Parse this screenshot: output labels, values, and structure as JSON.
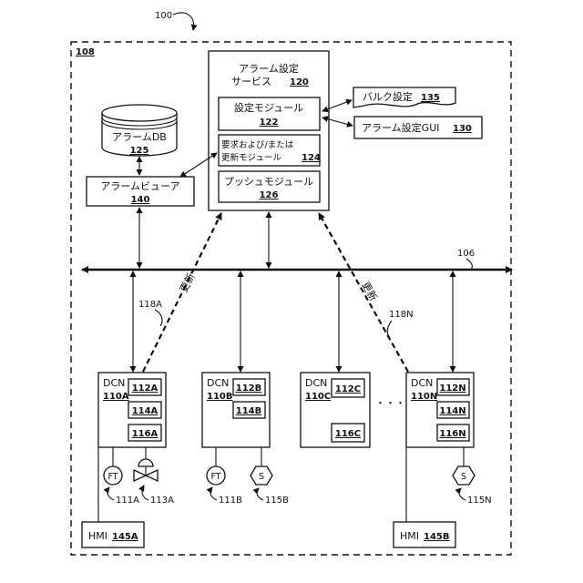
{
  "figure": {
    "number": "100",
    "site_label": "108",
    "network_label": "106"
  },
  "service": {
    "title_line1": "アラーム設定",
    "title_line2": "サービス",
    "ref": "120",
    "config_module_line1": "設定モジュール",
    "config_module_ref": "122",
    "request_module_line1": "要求および/または",
    "request_module_line2": "更新モジュール",
    "request_module_ref": "124",
    "push_module": "プッシュモジュール",
    "push_module_ref": "126"
  },
  "bulk_settings": {
    "label": "バルク設定",
    "ref": "135"
  },
  "alarm_gui": {
    "label": "アラーム設定GUI",
    "ref": "130"
  },
  "alarm_db": {
    "label": "アラームDB",
    "ref": "125"
  },
  "alarm_viewer": {
    "label": "アラームビューア",
    "ref": "140"
  },
  "update_label": "更新",
  "update_link_a": "118A",
  "update_link_n": "118N",
  "dcns": [
    {
      "name": "DCN",
      "id": "110A",
      "modules": [
        "112A",
        "114A",
        "116A"
      ]
    },
    {
      "name": "DCN",
      "id": "110B",
      "modules": [
        "112B",
        "114B"
      ]
    },
    {
      "name": "DCN",
      "id": "110C",
      "modules": [
        "112C",
        "116C"
      ]
    },
    {
      "name": "DCN",
      "id": "110N",
      "modules": [
        "112N",
        "114N",
        "116N"
      ]
    }
  ],
  "ellipsis": "・・・",
  "field_devices": {
    "ft_label": "FT",
    "s_label": "S",
    "ft_a_ref": "111A",
    "valve_a_ref": "113A",
    "ft_b_ref": "111B",
    "s_b_ref": "115B",
    "s_n_ref": "115N"
  },
  "hmis": [
    {
      "name": "HMI",
      "ref": "145A"
    },
    {
      "name": "HMI",
      "ref": "145B"
    }
  ]
}
